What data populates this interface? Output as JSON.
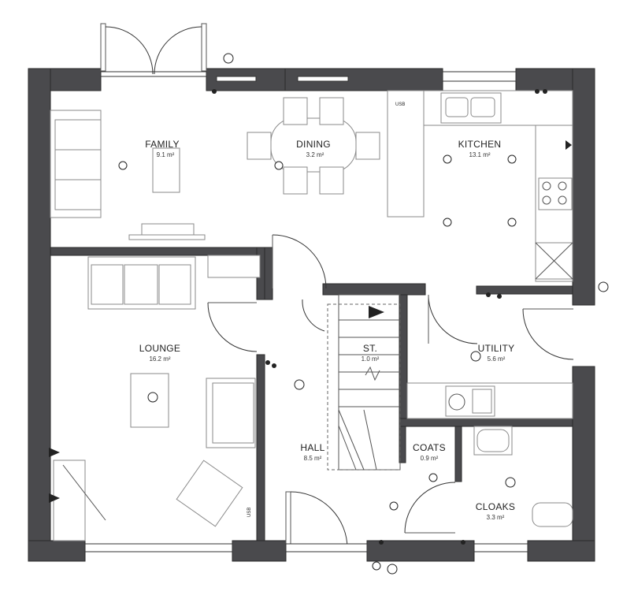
{
  "rooms": [
    {
      "id": "family",
      "name": "FAMILY",
      "area": "9.1 m²"
    },
    {
      "id": "dining",
      "name": "DINING",
      "area": "3.2 m²"
    },
    {
      "id": "kitchen",
      "name": "KITCHEN",
      "area": "13.1 m²"
    },
    {
      "id": "lounge",
      "name": "LOUNGE",
      "area": "16.2 m²"
    },
    {
      "id": "st",
      "name": "ST.",
      "area": "1.0 m²"
    },
    {
      "id": "utility",
      "name": "UTILITY",
      "area": "5.6 m²"
    },
    {
      "id": "hall",
      "name": "HALL",
      "area": "8.5 m²"
    },
    {
      "id": "coats",
      "name": "COATS",
      "area": "0.9 m²"
    },
    {
      "id": "cloaks",
      "name": "CLOAKS",
      "area": "3.3 m²"
    }
  ],
  "socket_labels": {
    "kitchen_usb": "USB",
    "lounge_usb": "USB"
  },
  "colors": {
    "wall": "#4a4a4d",
    "line": "#333333",
    "furniture": "#8a8a8a"
  }
}
